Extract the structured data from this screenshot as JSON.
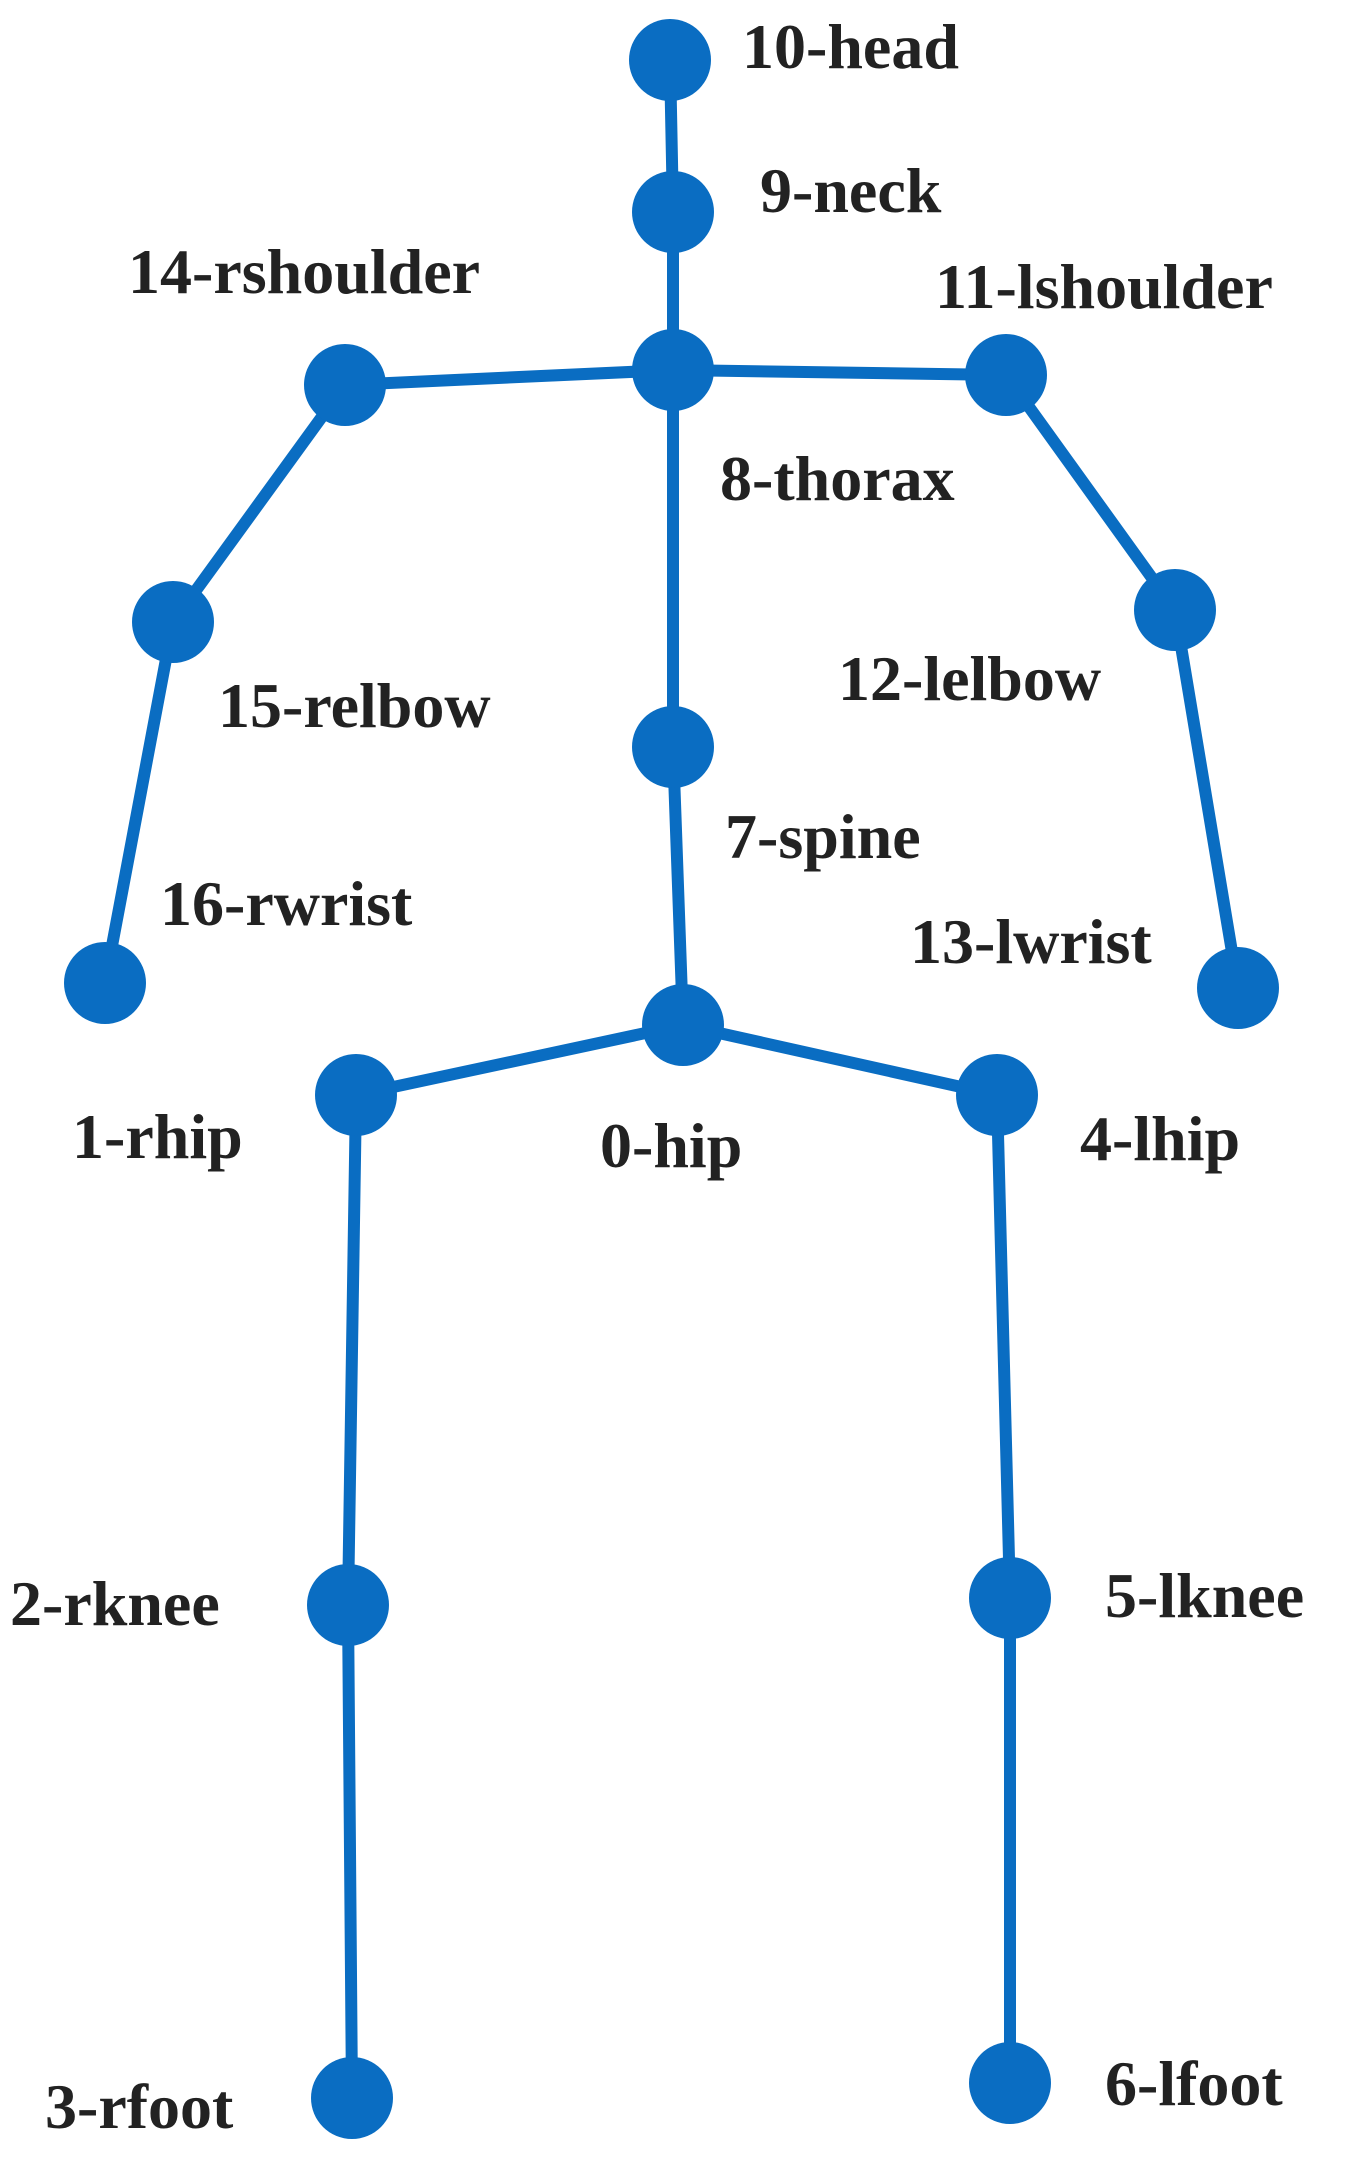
{
  "colors": {
    "skeleton": "#0A6DC2",
    "label": "#222222",
    "background": "#ffffff"
  },
  "joints": [
    {
      "id": 0,
      "name": "hip",
      "label": "0-hip"
    },
    {
      "id": 1,
      "name": "rhip",
      "label": "1-rhip"
    },
    {
      "id": 2,
      "name": "rknee",
      "label": "2-rknee"
    },
    {
      "id": 3,
      "name": "rfoot",
      "label": "3-rfoot"
    },
    {
      "id": 4,
      "name": "lhip",
      "label": "4-lhip"
    },
    {
      "id": 5,
      "name": "lknee",
      "label": "5-lknee"
    },
    {
      "id": 6,
      "name": "lfoot",
      "label": "6-lfoot"
    },
    {
      "id": 7,
      "name": "spine",
      "label": "7-spine"
    },
    {
      "id": 8,
      "name": "thorax",
      "label": "8-thorax"
    },
    {
      "id": 9,
      "name": "neck",
      "label": "9-neck"
    },
    {
      "id": 10,
      "name": "head",
      "label": "10-head"
    },
    {
      "id": 11,
      "name": "lshoulder",
      "label": "11-lshoulder"
    },
    {
      "id": 12,
      "name": "lelbow",
      "label": "12-lelbow"
    },
    {
      "id": 13,
      "name": "lwrist",
      "label": "13-lwrist"
    },
    {
      "id": 14,
      "name": "rshoulder",
      "label": "14-rshoulder"
    },
    {
      "id": 15,
      "name": "relbow",
      "label": "15-relbow"
    },
    {
      "id": 16,
      "name": "rwrist",
      "label": "16-rwrist"
    }
  ],
  "bones": [
    [
      10,
      9
    ],
    [
      9,
      8
    ],
    [
      8,
      14
    ],
    [
      14,
      15
    ],
    [
      15,
      16
    ],
    [
      8,
      11
    ],
    [
      11,
      12
    ],
    [
      12,
      13
    ],
    [
      8,
      7
    ],
    [
      7,
      0
    ],
    [
      0,
      1
    ],
    [
      1,
      2
    ],
    [
      2,
      3
    ],
    [
      0,
      4
    ],
    [
      4,
      5
    ],
    [
      5,
      6
    ]
  ]
}
